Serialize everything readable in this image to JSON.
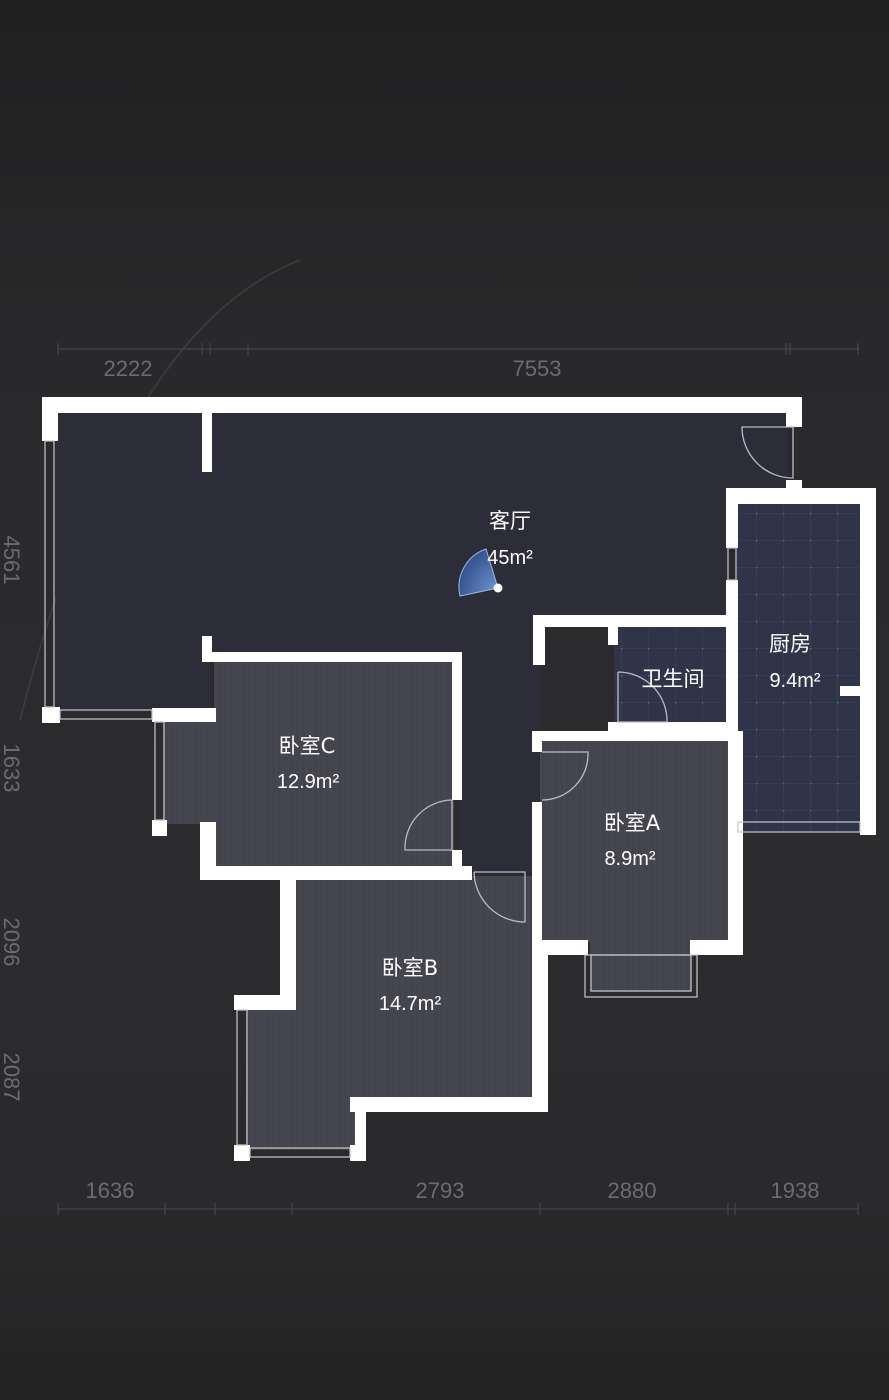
{
  "dimensions": {
    "top": [
      "2222",
      "7553"
    ],
    "bottom": [
      "1636",
      "2793",
      "2880",
      "1938"
    ],
    "left": [
      "4561",
      "1633",
      "2096",
      "2087"
    ]
  },
  "rooms": {
    "living": {
      "name": "客厅",
      "area": "45m²"
    },
    "kitchen": {
      "name": "厨房",
      "area": "9.4m²"
    },
    "bathroom": {
      "name": "卫生间"
    },
    "bedroom_c": {
      "name": "卧室C",
      "area": "12.9m²"
    },
    "bedroom_a": {
      "name": "卧室A",
      "area": "8.9m²"
    },
    "bedroom_b": {
      "name": "卧室B",
      "area": "14.7m²"
    }
  },
  "colors": {
    "living_floor": "#2d2d3a",
    "bedroom_floor": "#43434e",
    "wet_floor": "#2f3448",
    "wall": "#ffffff",
    "view_cone": "#6f9be0"
  }
}
